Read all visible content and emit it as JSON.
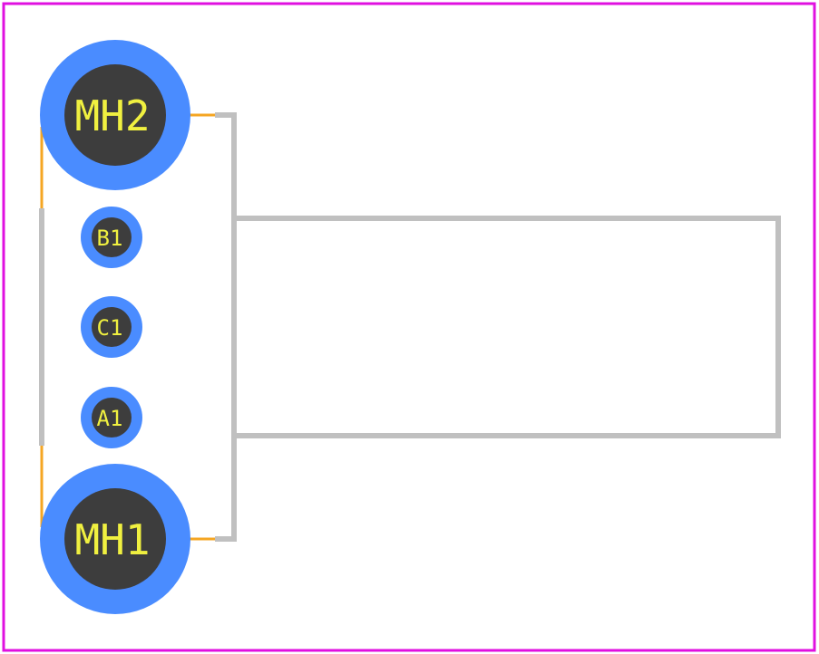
{
  "colors": {
    "background": "#ffffff",
    "board_outline": "#e010e0",
    "silkscreen": "#c0c0c0",
    "courtyard": "#f5a623",
    "pad_copper": "#4a8cff",
    "pad_hole": "#3d3d3d",
    "pad_label": "#f0f040"
  },
  "pads": {
    "mh2": {
      "label": "MH2"
    },
    "b1": {
      "label": "B1"
    },
    "c1": {
      "label": "C1"
    },
    "a1": {
      "label": "A1"
    },
    "mh1": {
      "label": "MH1"
    }
  }
}
